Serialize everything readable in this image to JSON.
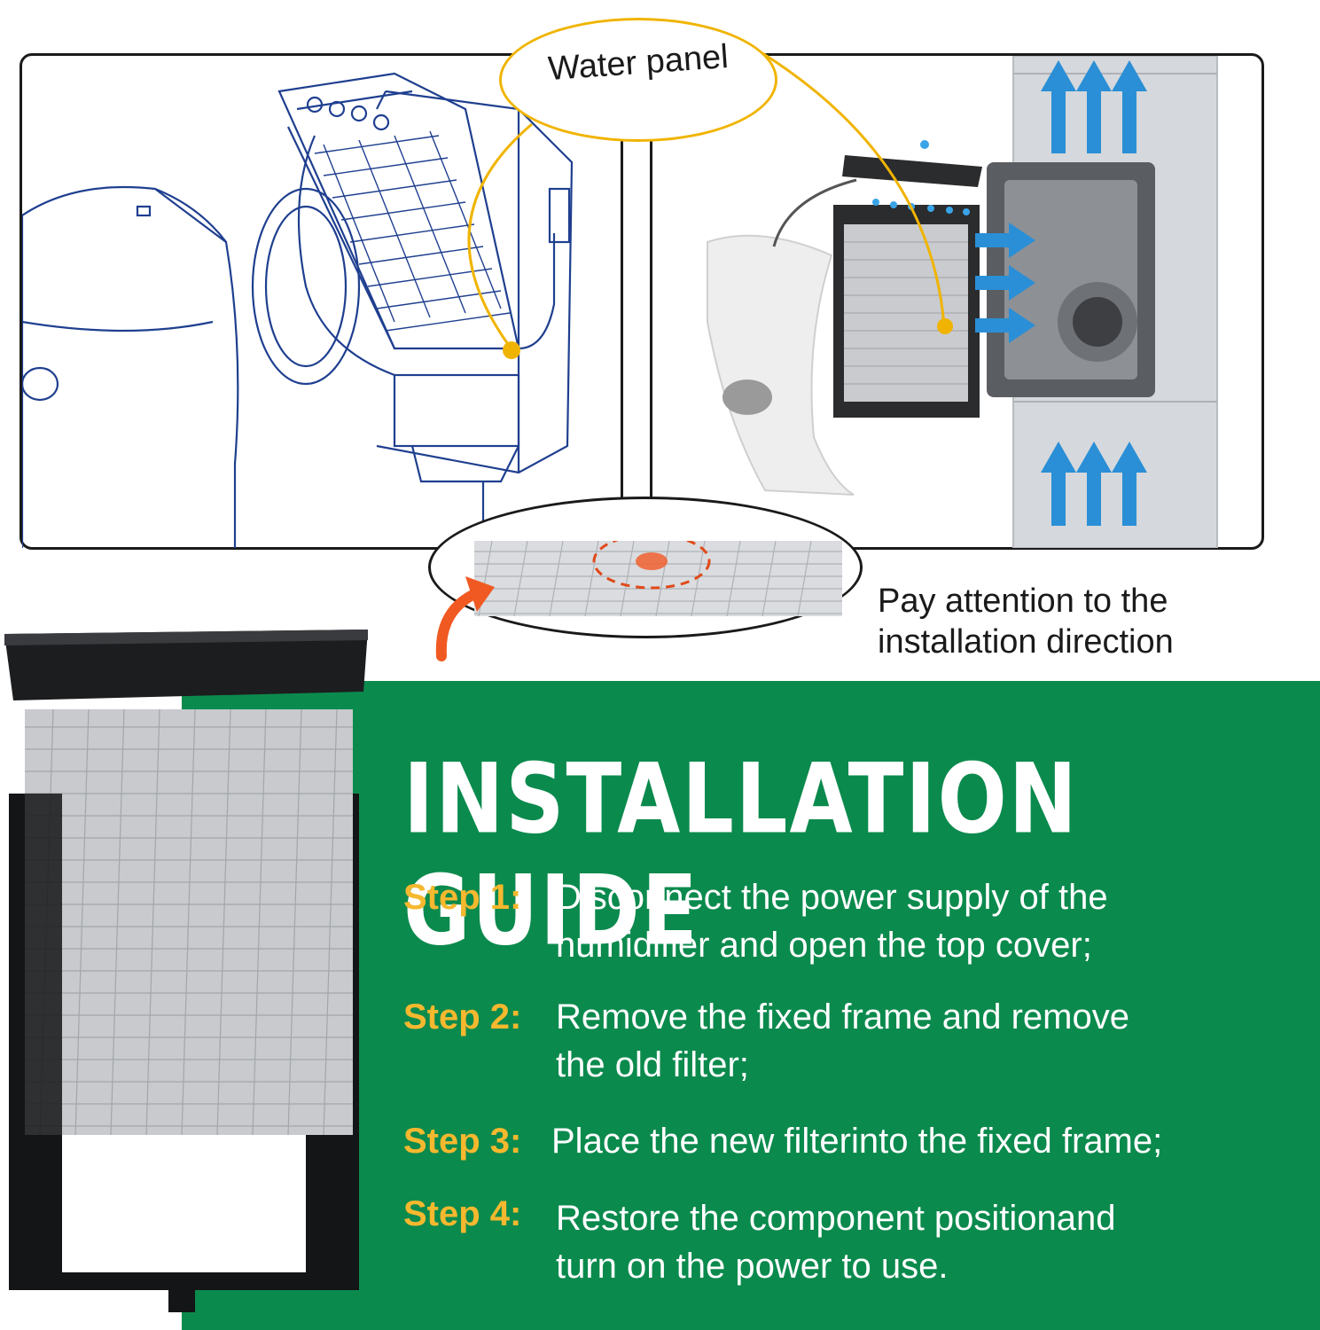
{
  "callout": {
    "label": "Water panel"
  },
  "note": {
    "line1": "Pay attention to the",
    "line2": "installation direction"
  },
  "guide": {
    "title": "INSTALLATION GUIDE",
    "steps": [
      {
        "label": "Step 1:",
        "line1": "Disconnect the power supply of the",
        "line2": "humidifier and open the top cover;"
      },
      {
        "label": "Step 2:",
        "line1": "Remove the fixed frame and remove",
        "line2": "the old filter;"
      },
      {
        "label": "Step 3:",
        "line1": "Place the new filterinto the fixed frame;",
        "line2": ""
      },
      {
        "label": "Step 4:",
        "line1": "Restore the component positionand",
        "line2": "turn on the power to use."
      }
    ]
  },
  "colors": {
    "panel_green": "#0b8a4d",
    "step_label": "#f5b82e",
    "callout_border": "#f0b400",
    "airflow_arrow": "#2a8fd6",
    "direction_arrow": "#f05a22",
    "diagram_line": "#1f3f8f"
  },
  "icons": [
    "airflow-arrow-icon",
    "direction-arrow-icon",
    "water-drop-icon"
  ]
}
